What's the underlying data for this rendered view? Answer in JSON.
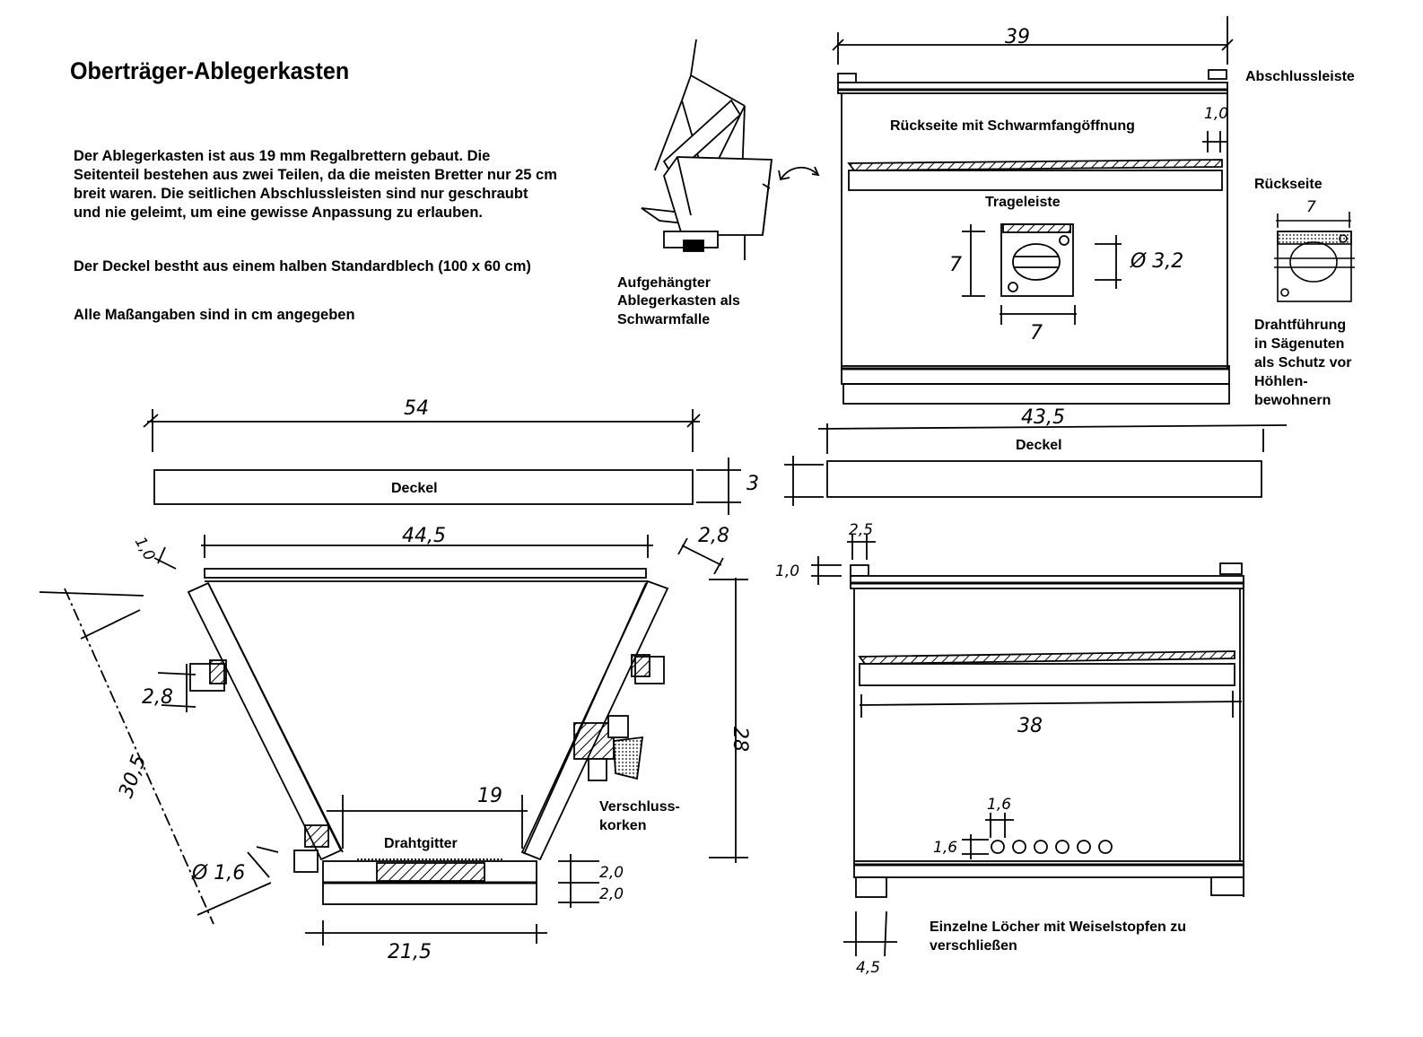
{
  "title": "Oberträger-Ablegerkasten",
  "description": {
    "p1": "Der Ablegerkasten ist aus 19 mm Regalbrettern gebaut. Die Seitenteil bestehen aus zwei Teilen, da die meisten Bretter nur 25 cm breit waren. Die seitlichen Abschlussleisten sind nur geschraubt und nie  geleimt, um eine gewisse Anpassung zu erlauben.",
    "p2": "Der Deckel bestht aus einem halben Standardblech (100 x 60 cm)",
    "p3": "Alle Maßangaben sind in cm angegeben"
  },
  "labels": {
    "hanging_caption": [
      "Aufgehängter",
      "Ablegerkasten als",
      "Schwarmfalle"
    ],
    "abschlussleiste": "Abschlussleiste",
    "rueckseite_schwarm": "Rückseite mit Schwarmfangöffnung",
    "trageleiste": "Trageleiste",
    "rueckseite": "Rückseite",
    "drahtfuehrung": [
      "Drahtführung",
      "in Sägenuten",
      "als Schutz vor",
      "Höhlen-",
      "bewohnern"
    ],
    "deckel_left": "Deckel",
    "deckel_right": "Deckel",
    "drahtgitter": "Drahtgitter",
    "verschluss": [
      "Verschluss-",
      "korken"
    ],
    "einzelne": [
      "Einzelne Löcher mit Weiselstopfen zu",
      "verschließen"
    ]
  },
  "dimensions": {
    "d39": "39",
    "d10_top": "1,0",
    "d7_side": "7",
    "d7_bottom": "7",
    "d32": "Ø 3,2",
    "d7_small": "7",
    "d54": "54",
    "d435": "43,5",
    "d3": "3",
    "d445": "44,5",
    "d10_left": "1,0",
    "d28_right": "2,8",
    "d28_left": "2,8",
    "d28_height": "28",
    "d305": "30,5",
    "d19": "19",
    "d16_phi": "Ø 1,6",
    "d20a": "2,0",
    "d20b": "2,0",
    "d215": "21,5",
    "d25": "2,5",
    "d10_front": "1,0",
    "d38": "38",
    "d16a": "1,6",
    "d16b": "1,6",
    "d45": "4,5"
  }
}
